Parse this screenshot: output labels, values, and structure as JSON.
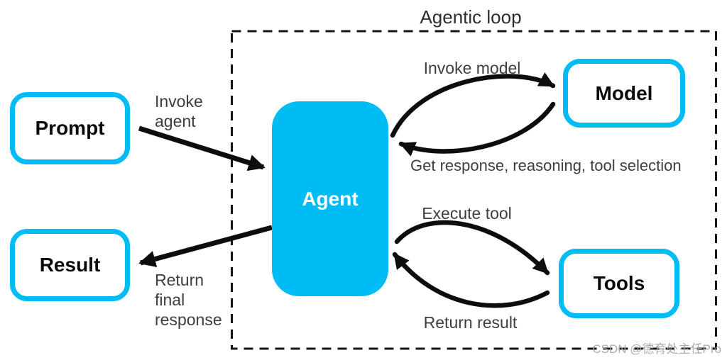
{
  "title": "Agentic loop",
  "nodes": {
    "prompt": {
      "label": "Prompt"
    },
    "result": {
      "label": "Result"
    },
    "agent": {
      "label": "Agent"
    },
    "model": {
      "label": "Model"
    },
    "tools": {
      "label": "Tools"
    }
  },
  "edges": {
    "invoke_agent": {
      "label": "Invoke agent"
    },
    "return_final_response": {
      "label": "Return final response"
    },
    "invoke_model": {
      "label": "Invoke model"
    },
    "get_response": {
      "label": "Get response, reasoning, tool selection"
    },
    "execute_tool": {
      "label": "Execute tool"
    },
    "return_result": {
      "label": "Return result"
    }
  },
  "watermark": "CSDN @德育处主任Pro",
  "colors": {
    "accent_cyan": "#00bcf5",
    "arrow_black": "#0d0d0d",
    "label_gray": "#3e3e3e",
    "watermark_gray": "#a5a5a5"
  }
}
